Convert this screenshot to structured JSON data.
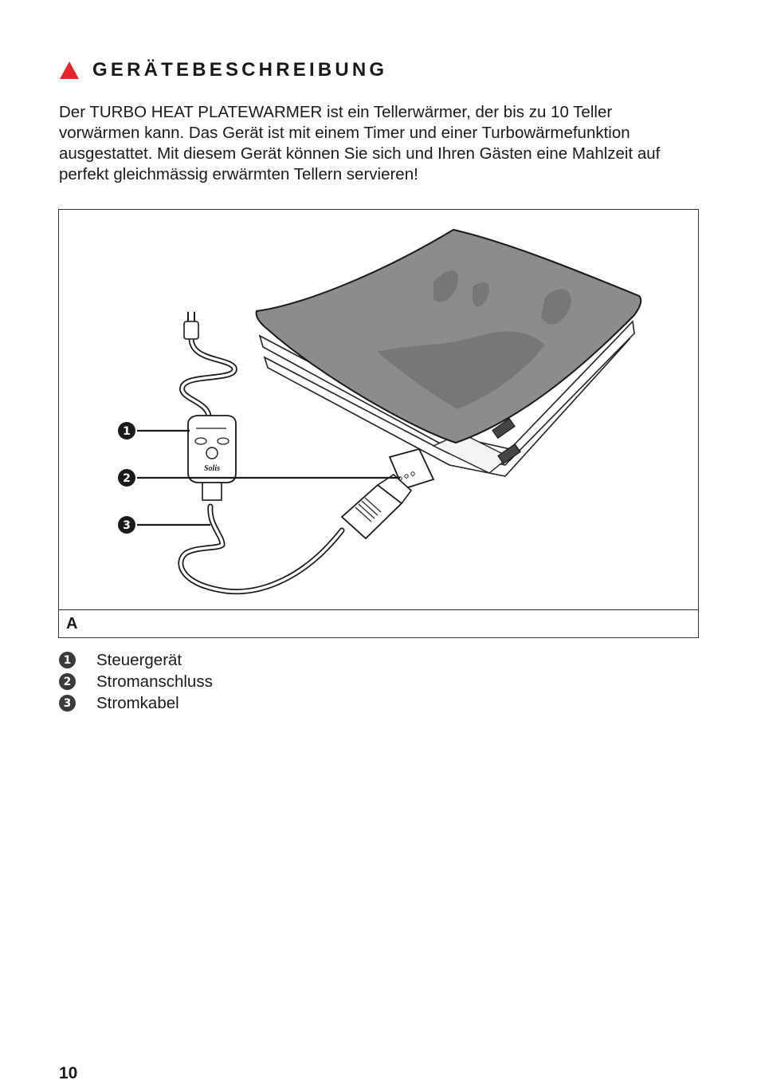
{
  "section": {
    "title": "GERÄTEBESCHREIBUNG",
    "warning_icon": "red-triangle-icon",
    "accent_color": "#e3262b"
  },
  "intro_text": "Der TURBO HEAT PLATEWARMER ist ein Tellerwärmer, der bis zu 10 Teller vorwärmen kann. Das Gerät ist mit einem Timer und einer Turbowärmefunktion ausgestattet. Mit diesem Gerät können Sie sich und Ihren Gästen eine Mahlzeit auf perfekt gleichmässig erwärmten Tellern servieren!",
  "figure": {
    "label": "A",
    "logo_text": "Solis",
    "callouts": [
      "1",
      "2",
      "3"
    ]
  },
  "legend": [
    {
      "number": "1",
      "label": "Steuergerät"
    },
    {
      "number": "2",
      "label": "Stromanschluss"
    },
    {
      "number": "3",
      "label": "Stromkabel"
    }
  ],
  "page_number": "10"
}
